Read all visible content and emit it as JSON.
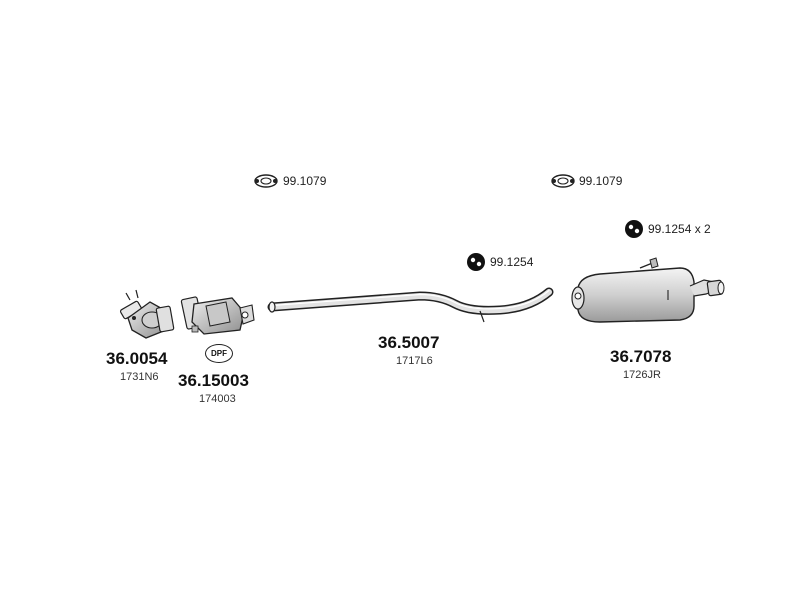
{
  "gaskets": [
    {
      "number": "99.1079"
    },
    {
      "number": "99.1079"
    }
  ],
  "hangers": [
    {
      "number": "99.1254"
    },
    {
      "number": "99.1254 x 2"
    }
  ],
  "parts": [
    {
      "number": "36.0054",
      "oem": "1731N6"
    },
    {
      "number": "36.15003",
      "oem": "174003",
      "badge": "DPF"
    },
    {
      "number": "36.5007",
      "oem": "1717L6"
    },
    {
      "number": "36.7078",
      "oem": "1726JR"
    }
  ],
  "colors": {
    "metal": "#d9d9d9",
    "outline": "#222222",
    "rubber": "#111111"
  }
}
